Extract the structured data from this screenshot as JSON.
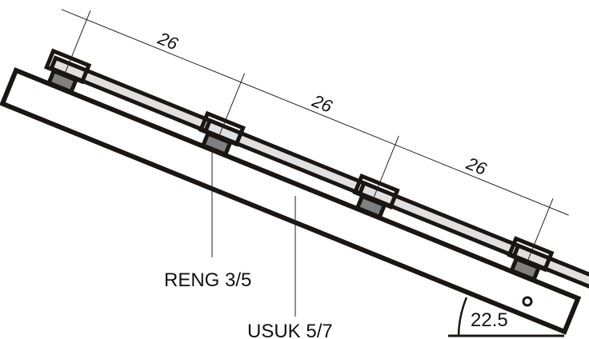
{
  "dimensions": [
    "26",
    "26",
    "26"
  ],
  "labels": {
    "batten": "RENG 3/5",
    "rafter": "USUK 5/7",
    "angle": "22.5"
  },
  "colors": {
    "stroke": "#1a1614",
    "tile_fill": "#e0e0e0",
    "batten_fill": "#808080"
  }
}
